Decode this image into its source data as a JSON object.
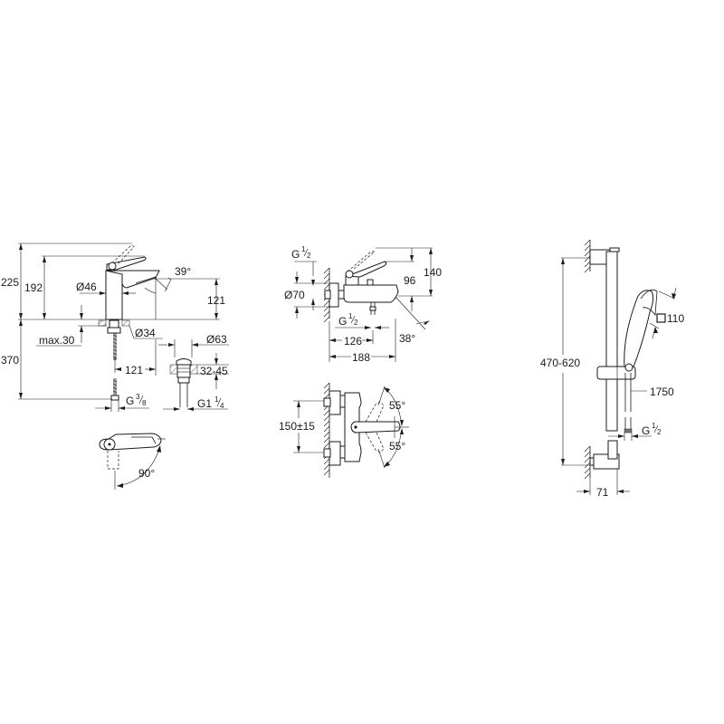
{
  "drawings": {
    "basin_mixer": {
      "title": "Basin mixer side view",
      "dimensions": {
        "total_height": "225",
        "spout_height": "192",
        "body_diameter": "Ø46",
        "lever_angle": "39°",
        "outlet_height": "121",
        "max_deck": "max.30",
        "hole_diameter": "Ø34",
        "below_deck": "370",
        "projection": "121",
        "connection_g": "G",
        "connection_num": "3",
        "connection_den": "8",
        "waste_diameter": "Ø63",
        "waste_thickness": "32-45",
        "waste_g": "G1",
        "waste_num": "1",
        "waste_den": "4"
      },
      "top_view": {
        "rotation_angle": "90°"
      }
    },
    "bath_mixer": {
      "title": "Bath mixer side view",
      "dimensions": {
        "inlet_g": "G",
        "inlet_num": "1",
        "inlet_den": "2",
        "escutcheon_diameter": "Ø70",
        "total_height": "140",
        "spout_height": "96",
        "outlet_g": "G",
        "outlet_num": "1",
        "outlet_den": "2",
        "spout_angle": "38°",
        "projection_outlet": "126",
        "projection_total": "188"
      },
      "front_view": {
        "centres": "150±15",
        "angle_up": "55°",
        "angle_down": "55°"
      }
    },
    "shower_rail": {
      "title": "Shower rail set",
      "dimensions": {
        "rail_length": "470-620",
        "hand_shower_size": "110",
        "hose_length": "1750",
        "hose_g": "G",
        "hose_num": "1",
        "hose_den": "2",
        "wall_distance": "71"
      }
    }
  }
}
